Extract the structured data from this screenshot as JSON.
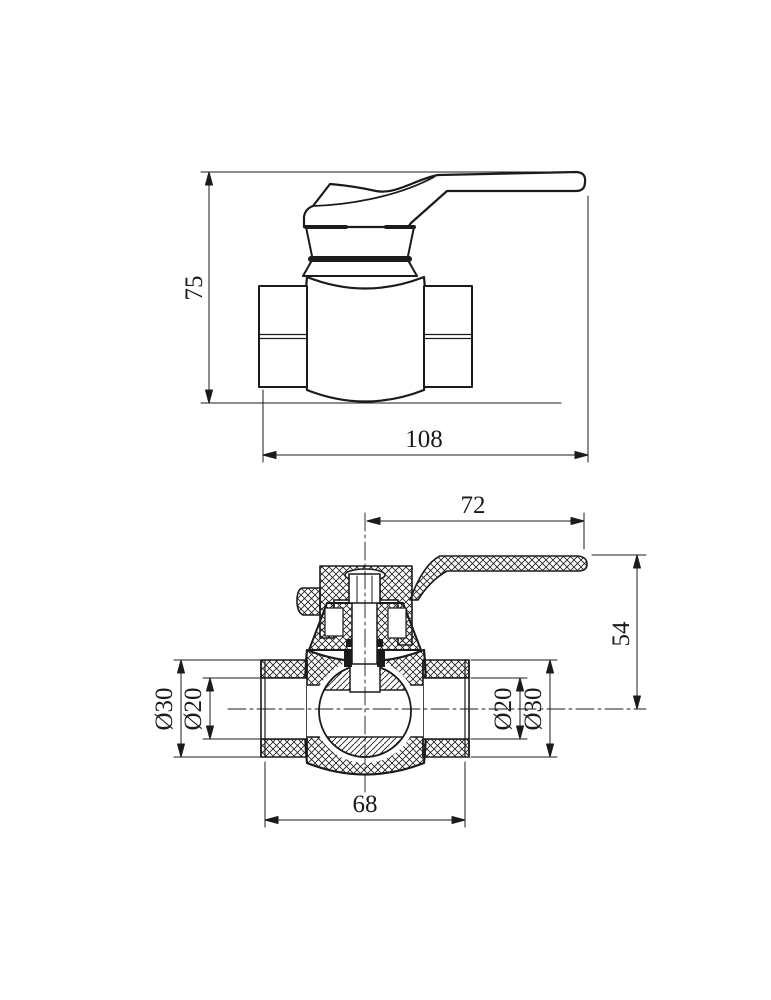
{
  "page": {
    "background": "#ffffff",
    "line_color": "#1b1b1b"
  },
  "views": {
    "elevation": {
      "dims": {
        "height": "75",
        "overall_length": "108"
      }
    },
    "section": {
      "dims": {
        "handle_reach": "72",
        "handle_height": "54",
        "left_outer_dia": "Ø30",
        "left_bore_dia": "Ø20",
        "right_bore_dia": "Ø20",
        "right_outer_dia": "Ø30",
        "body_length": "68"
      }
    }
  }
}
